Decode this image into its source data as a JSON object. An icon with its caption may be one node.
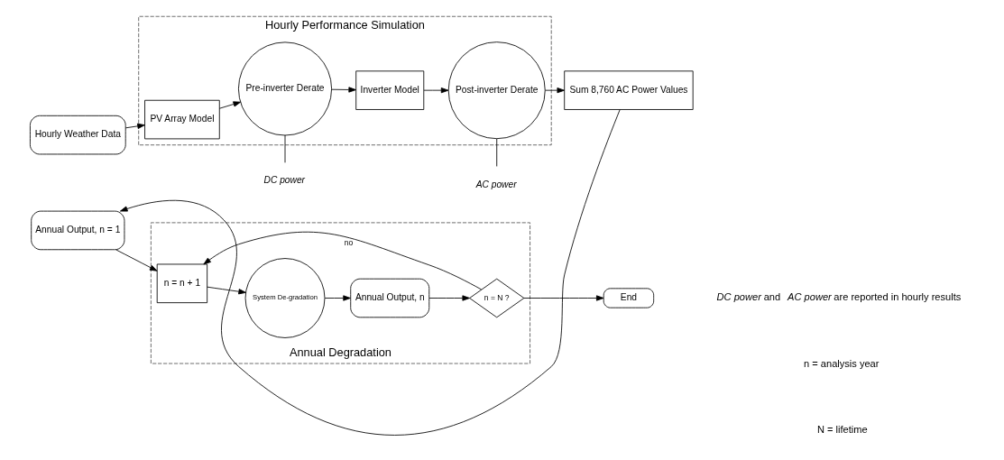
{
  "diagram": {
    "nodes": [
      {
        "text": [
          "Hourly Weather Data"
        ]
      },
      {
        "text": [
          "Hourly Performance Simulation"
        ]
      },
      {
        "text": [
          "PV Array Model"
        ],
        "in": 1
      },
      {
        "text": [
          "Pre-inverter Derate"
        ],
        "in": 1
      },
      {
        "text": [
          "Inverter Model"
        ],
        "in": 1
      },
      {
        "text": [
          "Post-inverter Derate"
        ],
        "in": 1
      },
      {
        "text": [
          "Sum 8,760 AC Power Values"
        ]
      },
      {
        "text": [
          "DC power"
        ]
      },
      {
        "text": [
          "AC power"
        ]
      },
      {
        "text": [
          "Annual Output, n = 1"
        ]
      },
      {
        "text": [
          "Annual Degradation"
        ]
      },
      {
        "text": [
          "n = n + 1"
        ],
        "in": 10
      },
      {
        "text": [
          "System De-gradation"
        ],
        "in": 10
      },
      {
        "text": [
          "Annual Output, n"
        ],
        "in": 10
      },
      {
        "text": [
          "n = N ?"
        ],
        "in": 10
      },
      {
        "text": [
          "End"
        ]
      }
    ],
    "edges": [
      {
        "from": 0,
        "to": 2,
        "arrow": "to"
      },
      {
        "from": 2,
        "to": 3,
        "arrow": "to"
      },
      {
        "from": 3,
        "to": 4,
        "arrow": "to"
      },
      {
        "from": 4,
        "to": 5,
        "arrow": "to"
      },
      {
        "from": 5,
        "to": 6,
        "arrow": "to"
      },
      {
        "from": 7,
        "to": 3,
        "arrow": "none"
      },
      {
        "from": 8,
        "to": 5,
        "arrow": "none"
      },
      {
        "from": 6,
        "to": 9,
        "arrow": "to"
      },
      {
        "from": 9,
        "to": 11,
        "arrow": "to"
      },
      {
        "from": 11,
        "to": 12,
        "arrow": "to"
      },
      {
        "from": 12,
        "to": 13,
        "arrow": "to"
      },
      {
        "from": 13,
        "to": 14,
        "arrow": "to"
      },
      {
        "from": 14,
        "to": 15,
        "arrow": "to"
      },
      {
        "from": 14,
        "to": 11,
        "arrow": "to",
        "label": "no"
      }
    ],
    "labels": [
      "*DC power* and *AC power* are reported in hourly results",
      "n = analysis year",
      "N = lifetime"
    ]
  }
}
